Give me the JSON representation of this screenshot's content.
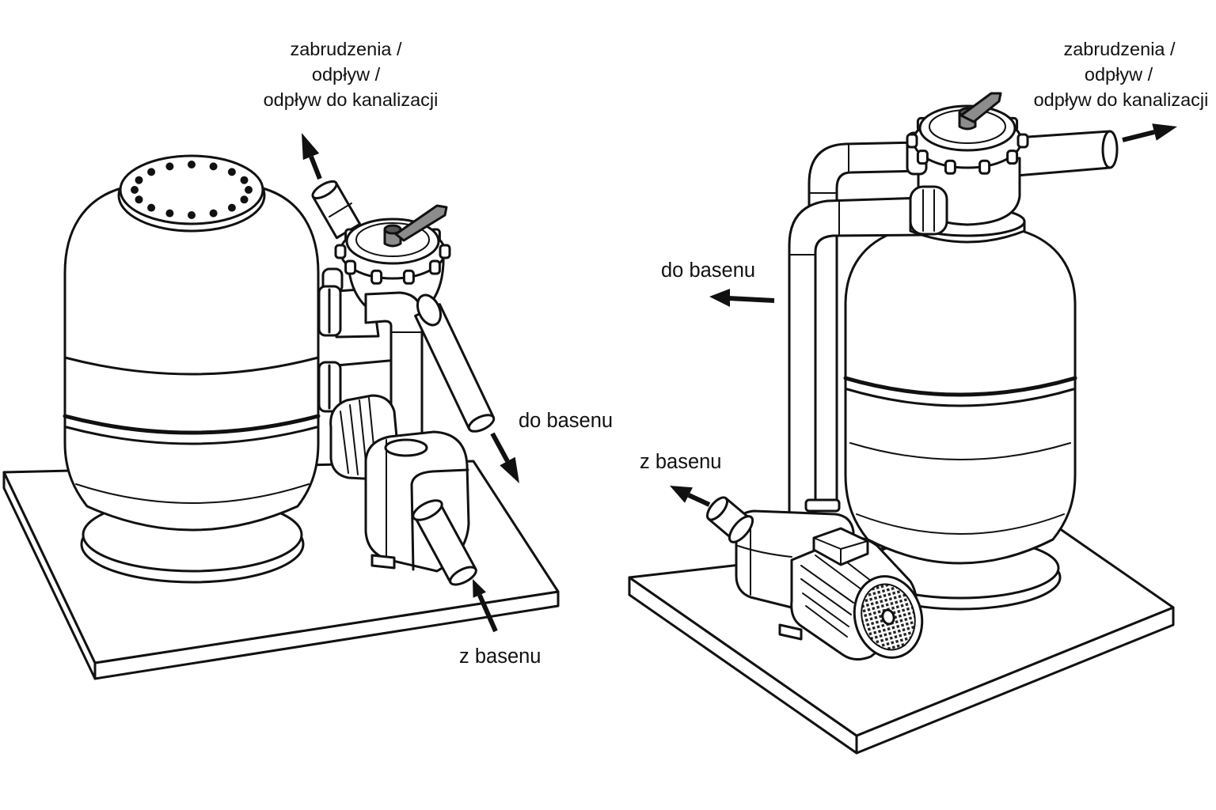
{
  "palette": {
    "ink": "#111111",
    "paper": "#ffffff",
    "handle": "#8c8c8c"
  },
  "left_figure": {
    "drain_label": [
      "zabrudzenia /",
      "odpływ /",
      "odpływ do kanalizacji"
    ],
    "to_pool_label": "do basenu",
    "from_pool_label": "z basenu"
  },
  "right_figure": {
    "drain_label": [
      "zabrudzenia /",
      "odpływ /",
      "odpływ do kanalizacji"
    ],
    "to_pool_label": "do basenu",
    "from_pool_label": "z basenu"
  }
}
